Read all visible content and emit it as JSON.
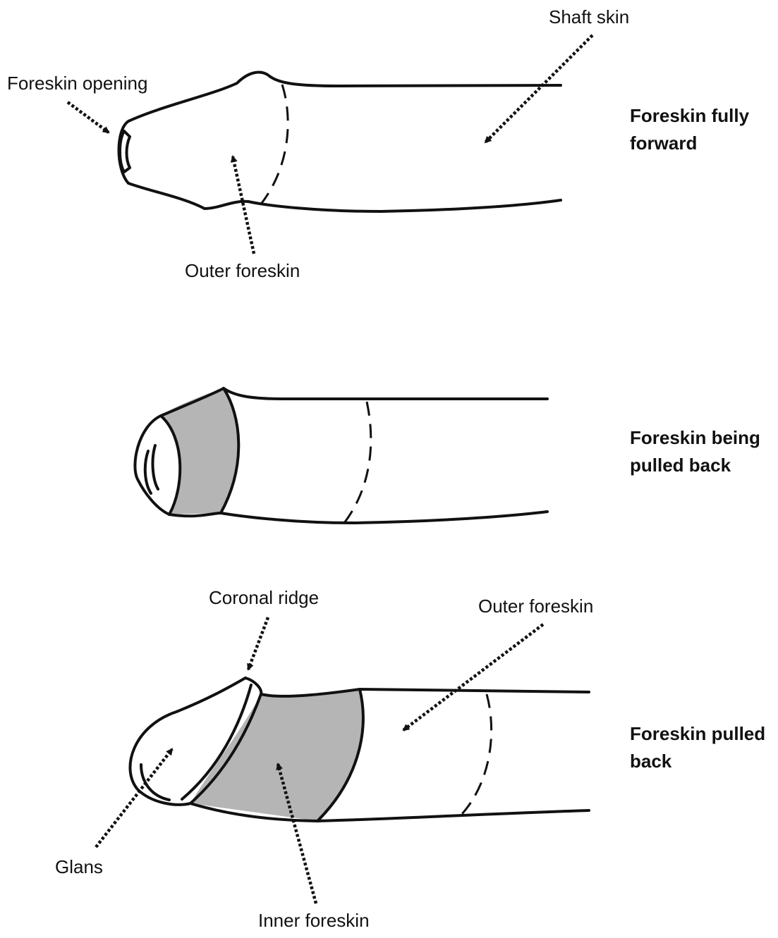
{
  "diagrams": [
    {
      "caption_lines": [
        "Foreskin fully",
        "forward"
      ],
      "labels": {
        "shaft_skin": "Shaft skin",
        "foreskin_opening": "Foreskin opening",
        "outer_foreskin": "Outer foreskin"
      }
    },
    {
      "caption_lines": [
        "Foreskin being",
        "pulled back"
      ],
      "labels": {}
    },
    {
      "caption_lines": [
        "Foreskin pulled",
        "back"
      ],
      "labels": {
        "coronal_ridge": "Coronal ridge",
        "outer_foreskin": "Outer foreskin",
        "glans": "Glans",
        "inner_foreskin": "Inner foreskin"
      }
    }
  ],
  "colors": {
    "line": "#111111",
    "inner_foreskin_fill": "#b5b5b5",
    "background": "#ffffff"
  }
}
